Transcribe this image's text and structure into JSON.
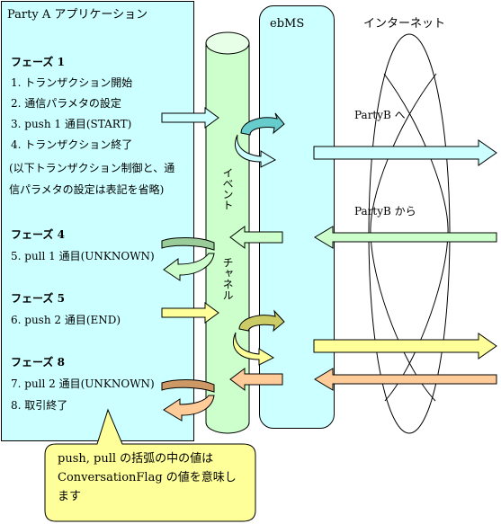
{
  "party_box": {
    "title": "Party A アプリケーション",
    "phase1": "フェーズ 1",
    "step1": "1.  トランザクション開始",
    "step2": "2.  通信パラメタの設定",
    "step3": "3.  push 1 通目(START)",
    "step4": "4.  トランザクション終了",
    "note_line1": "(以下トランザクション制御と、通",
    "note_line2": "信パラメタの設定は表記を省略)",
    "phase4": "フェーズ 4",
    "step5": "5.  pull 1 通目(UNKNOWN)",
    "phase5": "フェーズ 5",
    "step6": "6.  push 2 通目(END)",
    "phase8": "フェーズ 8",
    "step7": "7.  pull 2 通目(UNKNOWN)",
    "step8": "8.  取引終了"
  },
  "ebms_label": "ebMS",
  "internet_label": "インターネット",
  "event_channel_label_1": "イベント",
  "event_channel_label_2": "チャネル",
  "to_partyb": "PartyB へ",
  "from_partyb": "PartyB から",
  "callout": {
    "line1": "push,  pull  の括弧の中の値は",
    "line2": "ConversationFlag  の値を意味し",
    "line3": "ます"
  },
  "colors": {
    "box_fill": "#ccffff",
    "cylinder_fill": "#ccffcc",
    "callout_fill": "#ffff99",
    "start_arrow": "#ccffff",
    "start_return": "#66cccc",
    "unknown1_arrow": "#ccffcc",
    "unknown1_curve": "#99cc99",
    "end_arrow": "#ffff99",
    "end_curve": "#cccc66",
    "unknown2_arrow": "#ffcc99",
    "unknown2_curve": "#cc9966"
  }
}
